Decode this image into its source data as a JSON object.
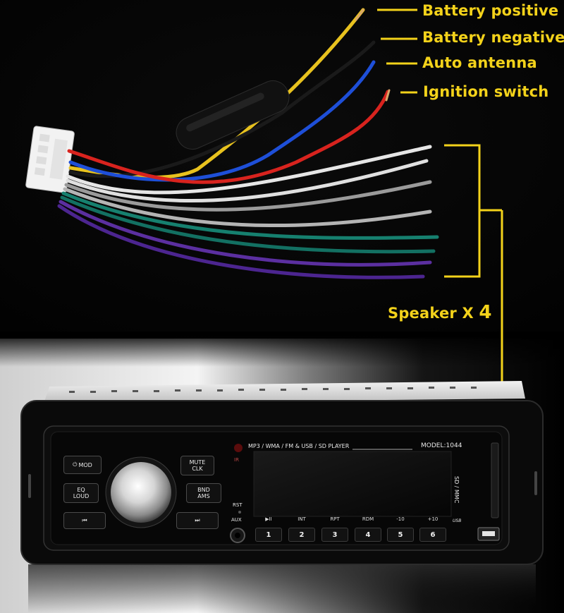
{
  "labels": {
    "battery_positive": "Battery positive",
    "battery_negative": "Battery negative",
    "auto_antenna": "Auto antenna",
    "ignition_switch": "Ignition switch",
    "speaker_prefix": "Speaker X",
    "speaker_count": "4"
  },
  "radio": {
    "format_text": "MP3 / WMA / FM & USB / SD PLAYER",
    "model_text": "MODEL:1044",
    "ir_label": "IR",
    "mod_label": "MOD",
    "mute_label": "MUTE",
    "clk_label": "CLK",
    "eq_label": "EQ",
    "loud_label": "LOUD",
    "bnd_label": "BND",
    "ams_label": "AMS",
    "rst_label": "RST",
    "aux_label": "AUX",
    "sd_mmc_label": "SD / MMC",
    "usb_label": "USB",
    "function_labels": [
      "▶II",
      "INT",
      "RPT",
      "RDM",
      "-10",
      "+10"
    ],
    "number_keys": [
      "1",
      "2",
      "3",
      "4",
      "5",
      "6"
    ]
  },
  "colors": {
    "label_yellow": "#f3d21a",
    "wire_yellow": "#e8c21e",
    "wire_black": "#1a1a1a",
    "wire_blue": "#1e4fd8",
    "wire_red": "#d8231e",
    "wire_white": "#e6e6e6",
    "wire_gray": "#9a9a9a",
    "wire_teal": "#16806f",
    "wire_purple": "#5b2fa0"
  },
  "icons": [
    "power-icon",
    "prev-track-icon",
    "next-track-icon",
    "volume-knob-icon",
    "aux-jack-icon",
    "usb-port-icon"
  ]
}
